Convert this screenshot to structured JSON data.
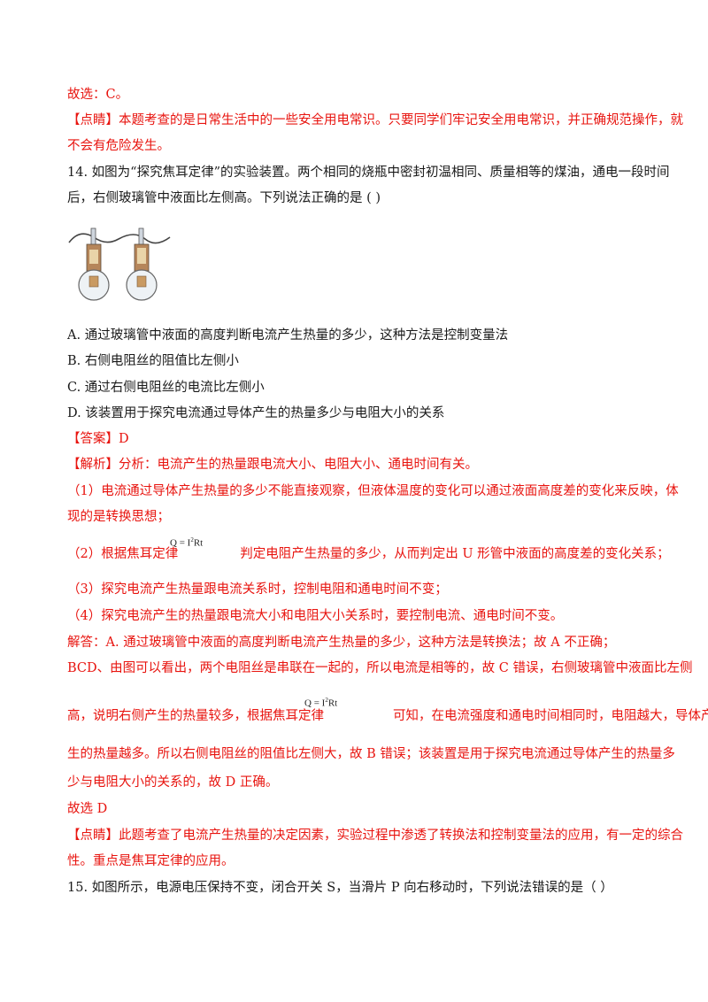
{
  "answer_prev": "故选：C。",
  "comment_prev": {
    "line1": "【点睛】本题考查的是日常生活中的一些安全用电常识。只要同学们牢记安全用电常识，并正确规范操作，就",
    "line2": "不会有危险发生。"
  },
  "q14": {
    "stem_line1": "14. 如图为“探究焦耳定律”的实验装置。两个相同的烧瓶中密封初温相同、质量相等的煤油，通电一段时间",
    "stem_line2": "后，右侧玻璃管中液面比左侧高。下列说法正确的是 (      )",
    "options": [
      "A.  通过玻璃管中液面的高度判断电流产生热量的多少，这种方法是控制变量法",
      "B.  右侧电阻丝的阻值比左侧小",
      "C.  通过右侧电阻丝的电流比左侧小",
      "D.  该装置用于探究电流通过导体产生的热量多少与电阻大小的关系"
    ],
    "answer": "【答案】D",
    "analysis_head": "【解析】分析：电流产生的热量跟电流大小、电阻大小、通电时间有关。",
    "a1_line1": "（1）电流通过导体产生热量的多少不能直接观察，但液体温度的变化可以通过液面高度差的变化来反映，体",
    "a1_line2": "现的是转换思想；",
    "a2_before": "（2）根据焦耳定律",
    "a2_after": "判定电阻产生热量的多少，从而判定出 U 形管中液面的高度差的变化关系；",
    "a3": "（3）探究电流产生热量跟电流关系时，控制电阻和通电时间不变；",
    "a4": "（4）探究电流产生的热量跟电流大小和电阻大小关系时，要控制电流、通电时间不变。",
    "sol1": "解答：A. 通过玻璃管中液面的高度判断电流产生热量的多少，这种方法是转换法；故 A 不正确；",
    "sol2": "BCD、由图可以看出，两个电阻丝是串联在一起的，所以电流是相等的，故 C 错误，右侧玻璃管中液面比左侧",
    "sol3_before": "高，说明右侧产生的热量较多，根据焦耳定律",
    "sol3_after": "可知，在电流强度和通电时间相同时，电阻越大，导体产",
    "sol4": "生的热量越多。所以右侧电阻丝的阻值比左侧大，故 B 错误；该装置是用于探究电流通过导体产生的热量多",
    "sol5": "少与电阻大小的关系的，故 D 正确。",
    "final": "故选 D",
    "comment_line1": "【点睛】此题考查了电流产生热量的决定因素，实验过程中渗透了转换法和控制变量法的应用，有一定的综合",
    "comment_line2": "性。重点是焦耳定律的应用。"
  },
  "formula": {
    "q_eq": "Q = I",
    "exp": "2",
    "rest": "Rt"
  },
  "q15": {
    "stem": "15. 如图所示，电源电压保持不变，闭合开关 S，当滑片 P 向右移动时，下列说法错误的是（     ）"
  }
}
